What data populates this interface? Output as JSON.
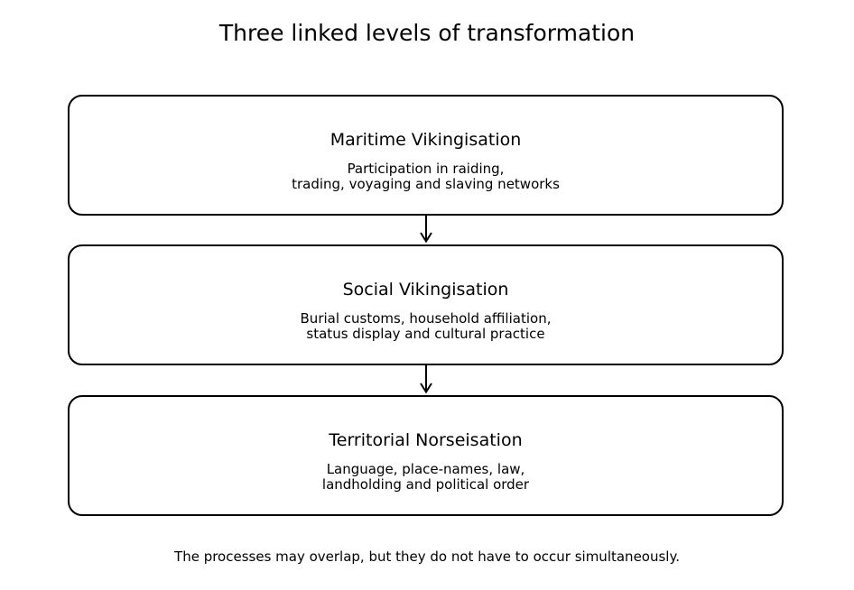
{
  "title": "Three linked levels of transformation",
  "levels": [
    {
      "title": "Maritime Vikingisation",
      "description_lines": [
        "Participation in raiding,",
        "trading, voyaging and slaving networks"
      ]
    },
    {
      "title": "Social Vikingisation",
      "description_lines": [
        "Burial customs, household affiliation,",
        "status display and cultural practice"
      ]
    },
    {
      "title": "Territorial Norseisation",
      "description_lines": [
        "Language, place-names, law,",
        "landholding and political order"
      ]
    }
  ],
  "footnote": "The processes may overlap, but they do not have to occur simultaneously.",
  "colors": {
    "stroke": "#000000",
    "background": "#ffffff"
  }
}
